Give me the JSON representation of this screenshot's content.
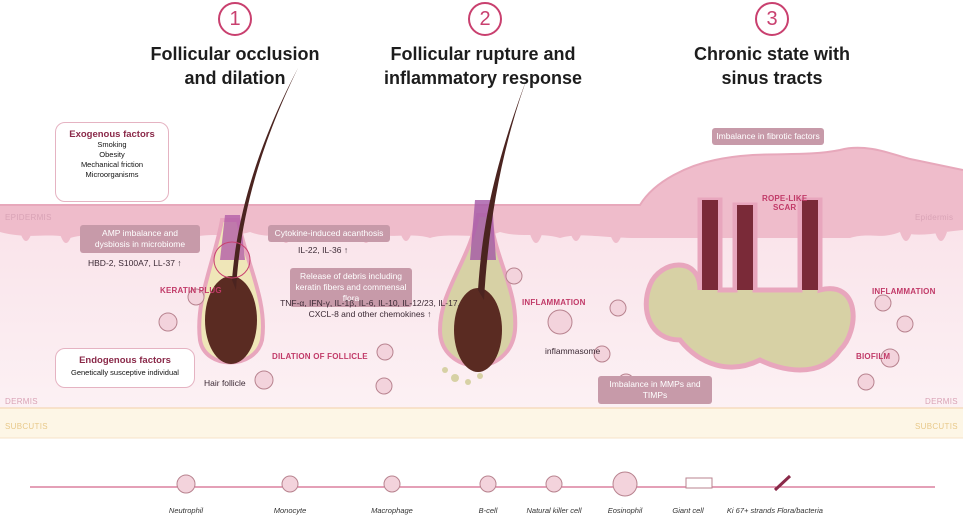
{
  "stages": [
    {
      "number": "1",
      "title_l1": "Follicular occlusion",
      "title_l2": "and dilation"
    },
    {
      "number": "2",
      "title_l1": "Follicular rupture and",
      "title_l2": "inflammatory response"
    },
    {
      "number": "3",
      "title_l1": "Chronic state with",
      "title_l2": "sinus tracts"
    }
  ],
  "exogenous": {
    "title": "Exogenous factors",
    "items": [
      "Smoking",
      "Obesity",
      "Mechanical friction",
      "Microorganisms"
    ]
  },
  "endogenous": {
    "title": "Endogenous factors",
    "item": "Genetically susceptive individual"
  },
  "layers": {
    "epidermis_left": "EPIDERMIS",
    "epidermis_right": "Epidermis",
    "dermis_left": "DERMIS",
    "dermis_right": "DERMIS",
    "subcutis_left": "SUBCUTIS",
    "subcutis_right": "SUBCUTIS"
  },
  "annotations": {
    "amp": "AMP imbalance and dysbiosis in microbiome",
    "hbd": "HBD-2, S100A7, LL-37 ↑",
    "keratin_plug": "KERATIN PLUG",
    "cytokine": "Cytokine-induced acanthosis",
    "il22": "IL-22, IL-36 ↑",
    "debris": "Release of debris including keratin fibers and commensal flora",
    "tnf_l1": "TNF-α, IFN-γ, IL-1β, IL-6, IL-10, IL-12/23, IL-17,",
    "tnf_l2": "CXCL-8 and other chemokines ↑",
    "dilation": "DILATION OF FOLLICLE",
    "hair_follicle": "Hair follicle",
    "inflammation_2": "INFLAMMATION",
    "inflammasome": "inflammasome",
    "mmps": "Imbalance in MMPs and TIMPs",
    "fibrotic": "Imbalance in fibrotic factors",
    "rope_l1": "ROPE-LIKE",
    "rope_l2": "SCAR",
    "inflammation_3": "INFLAMMATION",
    "biofilm": "BIOFILM"
  },
  "legend": [
    "Neutrophil",
    "Monocyte",
    "Macrophage",
    "B-cell",
    "Natural killer cell",
    "Eosinophil",
    "Giant cell",
    "Ki 67+ strands",
    "Flora/bacteria"
  ],
  "colors": {
    "accent": "#c9406f",
    "skin": "#f6d9e1",
    "epidermis": "#eab3c4",
    "dermis": "#fbeef1",
    "follicle": "#d7d1a5",
    "hair": "#4b2420",
    "pill": "#c79aa9"
  }
}
